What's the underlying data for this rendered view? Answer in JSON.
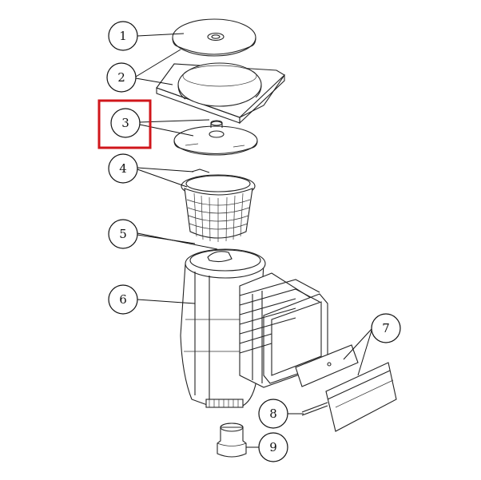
{
  "callouts": [
    {
      "id": "1",
      "label": "1"
    },
    {
      "id": "2",
      "label": "2"
    },
    {
      "id": "3",
      "label": "3"
    },
    {
      "id": "4",
      "label": "4"
    },
    {
      "id": "5",
      "label": "5"
    },
    {
      "id": "6",
      "label": "6"
    },
    {
      "id": "7",
      "label": "7"
    },
    {
      "id": "8",
      "label": "8"
    },
    {
      "id": "9",
      "label": "9"
    }
  ],
  "highlight": {
    "target": "3",
    "color": "#d0161b"
  },
  "colors": {
    "line": "#222222",
    "background": "#ffffff"
  }
}
